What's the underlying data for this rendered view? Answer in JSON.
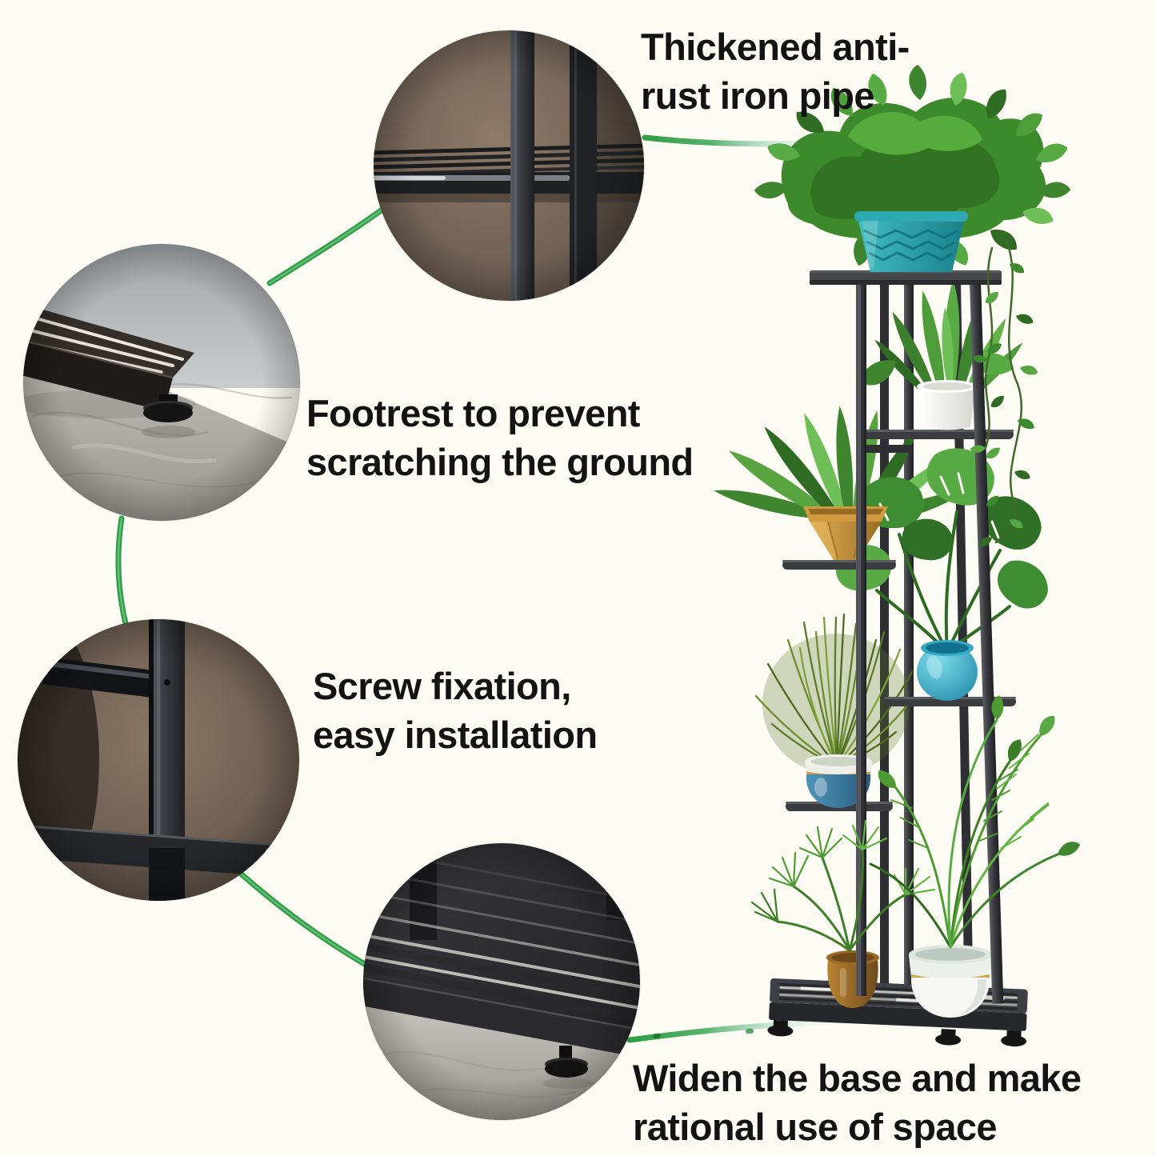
{
  "page": {
    "kind": "product-feature-infographic",
    "background": "#fdfcf4"
  },
  "appearance": {
    "background": "#fdfcf4",
    "text_color": "#131313",
    "connector_green": "#2f9e45",
    "metal_dark": "#2b2c2f",
    "callout_photo_brown": "#77665a",
    "callout_floor_gray": "#b4b1ac"
  },
  "features": [
    {
      "id": "pipe",
      "line1": "Thickened anti-",
      "line2": "rust iron pipe",
      "callout_icon": "iron-pipe-shelf-closeup"
    },
    {
      "id": "footrest",
      "line1": "Footrest to prevent",
      "line2": "scratching the ground",
      "callout_icon": "footrest-floor-closeup"
    },
    {
      "id": "screw",
      "line1": "Screw fixation,",
      "line2": "easy installation",
      "callout_icon": "screw-joint-closeup"
    },
    {
      "id": "base",
      "line1": "Widen the base and make",
      "line2": "rational use of space",
      "callout_icon": "widened-base-closeup"
    }
  ],
  "illustrations": {
    "plant_stand": "six-tier-black-metal-plant-stand-with-potted-plants",
    "pots": [
      "teal-woven-pot",
      "white-pot",
      "mustard-faceted-pot",
      "teal-round-pot",
      "blue-white-pot",
      "brown-pot",
      "white-gold-pot"
    ],
    "connectors": "green-curved-lines-linking-callouts"
  }
}
